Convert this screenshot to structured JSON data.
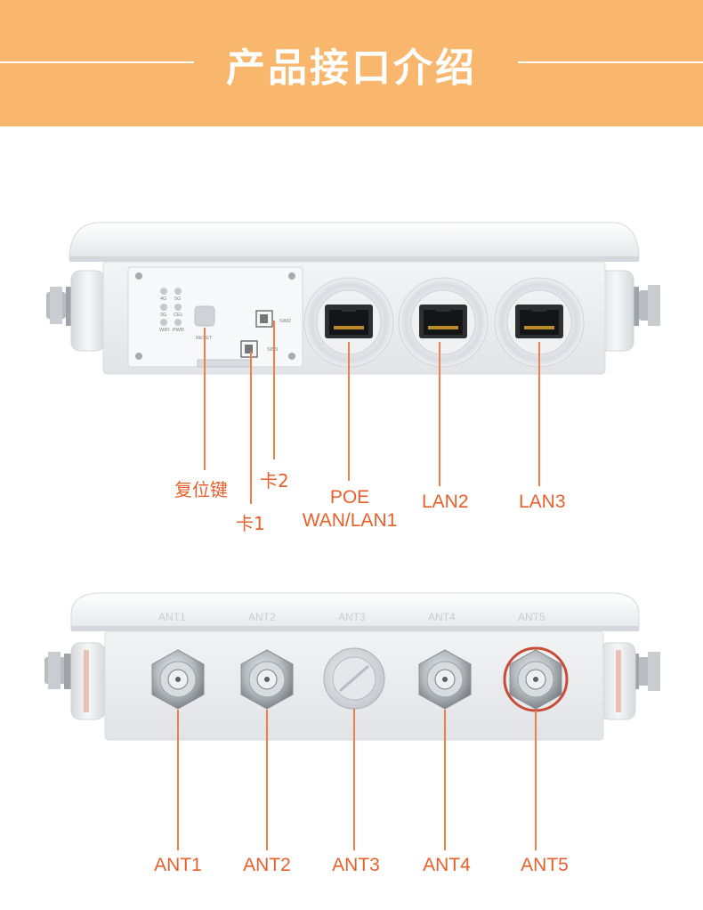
{
  "header": {
    "title": "产品接口介绍"
  },
  "colors": {
    "banner": "#f9b76e",
    "label": "#e8602c",
    "leader_line": "#ef8048",
    "device_body": "#eceef0"
  },
  "top_panel": {
    "silkscreen": {
      "led_4g": "4G",
      "led_5g": "5G",
      "led_3g": "3G",
      "led_cel": "CEL",
      "led_wifi": "WIFI",
      "led_pwr": "PWR",
      "reset": "RESET",
      "sim2": "SIM2",
      "sim1": "SIM1"
    },
    "labels": {
      "reset": "复位键",
      "card2": "卡2",
      "card1": "卡1",
      "poe_line1": "POE",
      "poe_line2": "WAN/LAN1",
      "lan2": "LAN2",
      "lan3": "LAN3"
    }
  },
  "bottom_panel": {
    "silkscreen": [
      "ANT1",
      "ANT2",
      "ANT3",
      "ANT4",
      "ANT5"
    ],
    "labels": [
      "ANT1",
      "ANT2",
      "ANT3",
      "ANT4",
      "ANT5"
    ]
  }
}
